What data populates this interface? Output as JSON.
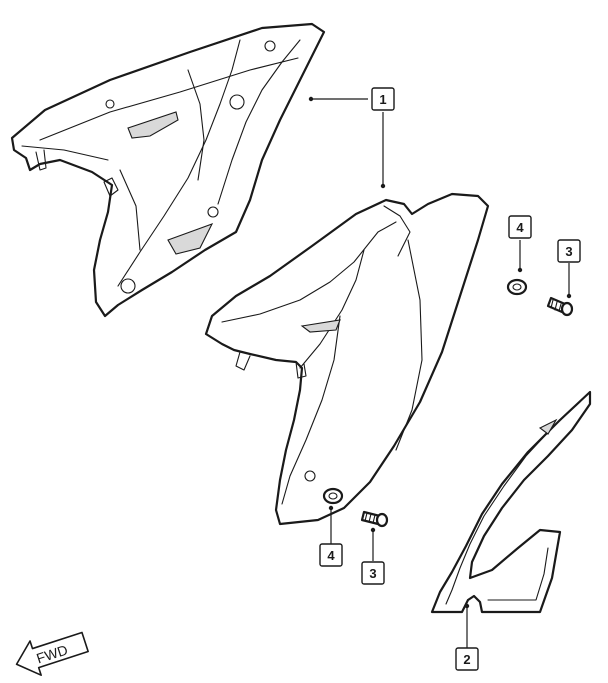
{
  "callouts": {
    "c1": "1",
    "c2": "2",
    "c3_top": "3",
    "c3_bottom": "3",
    "c4_top": "4",
    "c4_bottom": "4"
  },
  "direction": {
    "label": "FWD",
    "icon": "arrow-left-icon"
  },
  "parts": {
    "p1": "side-cover-panel",
    "p2": "side-cover-decal",
    "p3": "screw",
    "p4": "grommet"
  }
}
